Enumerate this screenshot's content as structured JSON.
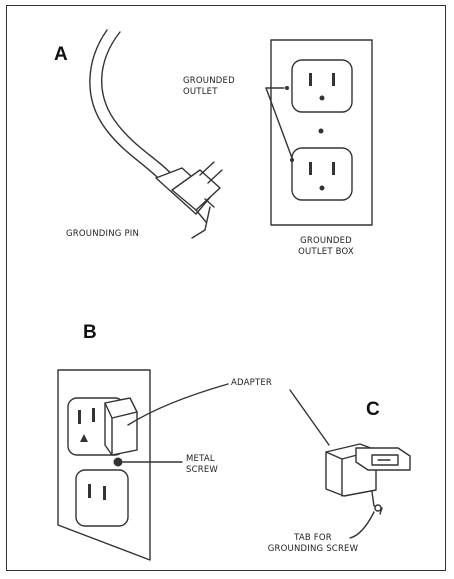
{
  "panel_a": {
    "letter": "A",
    "grounding_pin_label": "GROUNDING PIN",
    "grounded_outlet_label": [
      "GROUNDED",
      "OUTLET"
    ],
    "grounded_outlet_box_label": [
      "GROUNDED",
      "OUTLET BOX"
    ]
  },
  "panel_b": {
    "letter": "B",
    "adapter_label": "ADAPTER",
    "metal_screw_label": [
      "METAL",
      "SCREW"
    ]
  },
  "panel_c": {
    "letter": "C",
    "tab_label": [
      "TAB FOR",
      "GROUNDING SCREW"
    ]
  }
}
